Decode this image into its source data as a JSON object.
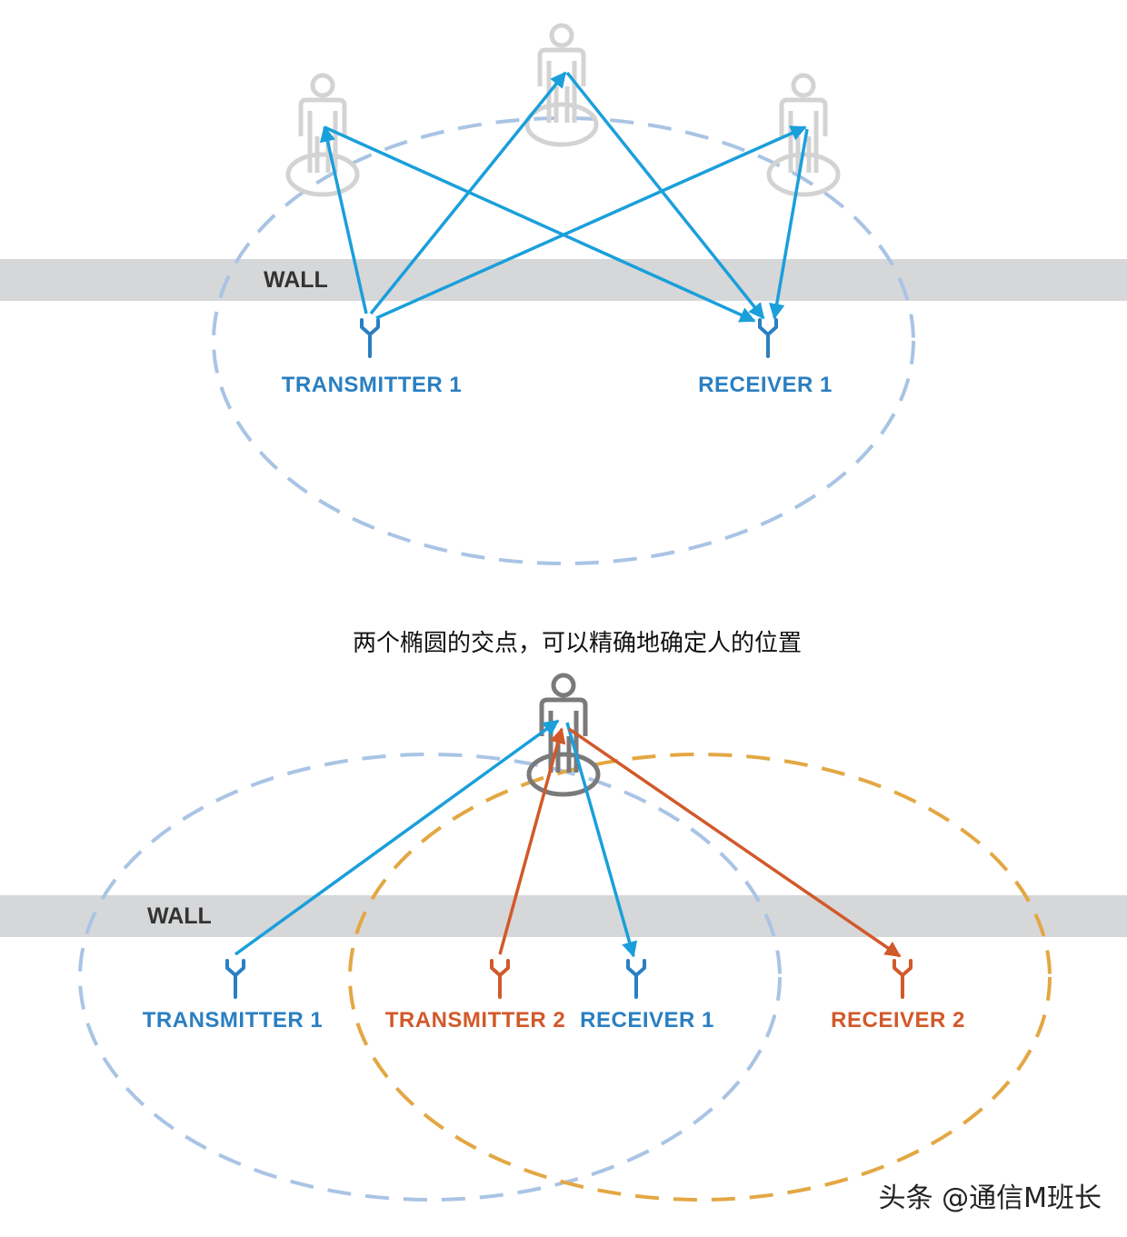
{
  "colors": {
    "wall": "#d6d7d9",
    "blue": "#1a9fdb",
    "blue_label": "#2a7fc2",
    "orange": "#d2592a",
    "ellipse_blue": "#a9c4e4",
    "ellipse_orange": "#e3a743",
    "person_faded": "#d3d3d3",
    "person_active": "#7a7a7a"
  },
  "top_diagram": {
    "wall_label": "WALL",
    "transmitter_label": "TRANSMITTER 1",
    "receiver_label": "RECEIVER 1"
  },
  "caption": "两个椭圆的交点，可以精确地确定人的位置",
  "bottom_diagram": {
    "wall_label": "WALL",
    "transmitter1_label": "TRANSMITTER 1",
    "transmitter2_label": "TRANSMITTER 2",
    "receiver1_label": "RECEIVER 1",
    "receiver2_label": "RECEIVER 2"
  },
  "watermark": "头条 @通信M班长"
}
